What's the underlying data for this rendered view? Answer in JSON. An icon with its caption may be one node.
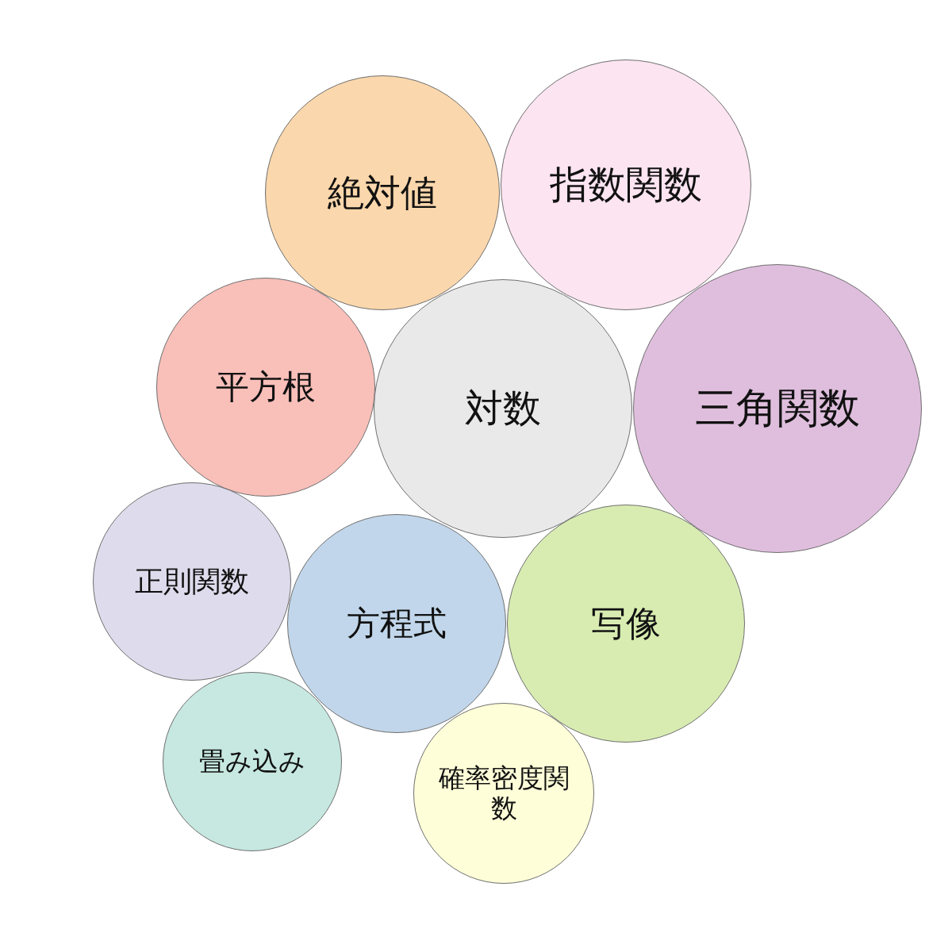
{
  "diagram": {
    "nodes": [
      {
        "text": [
          "絶対値"
        ]
      },
      {
        "text": [
          "指数関数"
        ]
      },
      {
        "text": [
          "平方根"
        ]
      },
      {
        "text": [
          "対数"
        ]
      },
      {
        "text": [
          "三角関数"
        ]
      },
      {
        "text": [
          "正則関数"
        ]
      },
      {
        "text": [
          "方程式"
        ]
      },
      {
        "text": [
          "写像"
        ]
      },
      {
        "text": [
          "畳み込み"
        ]
      },
      {
        "text": [
          "確率密度関数"
        ]
      }
    ]
  }
}
